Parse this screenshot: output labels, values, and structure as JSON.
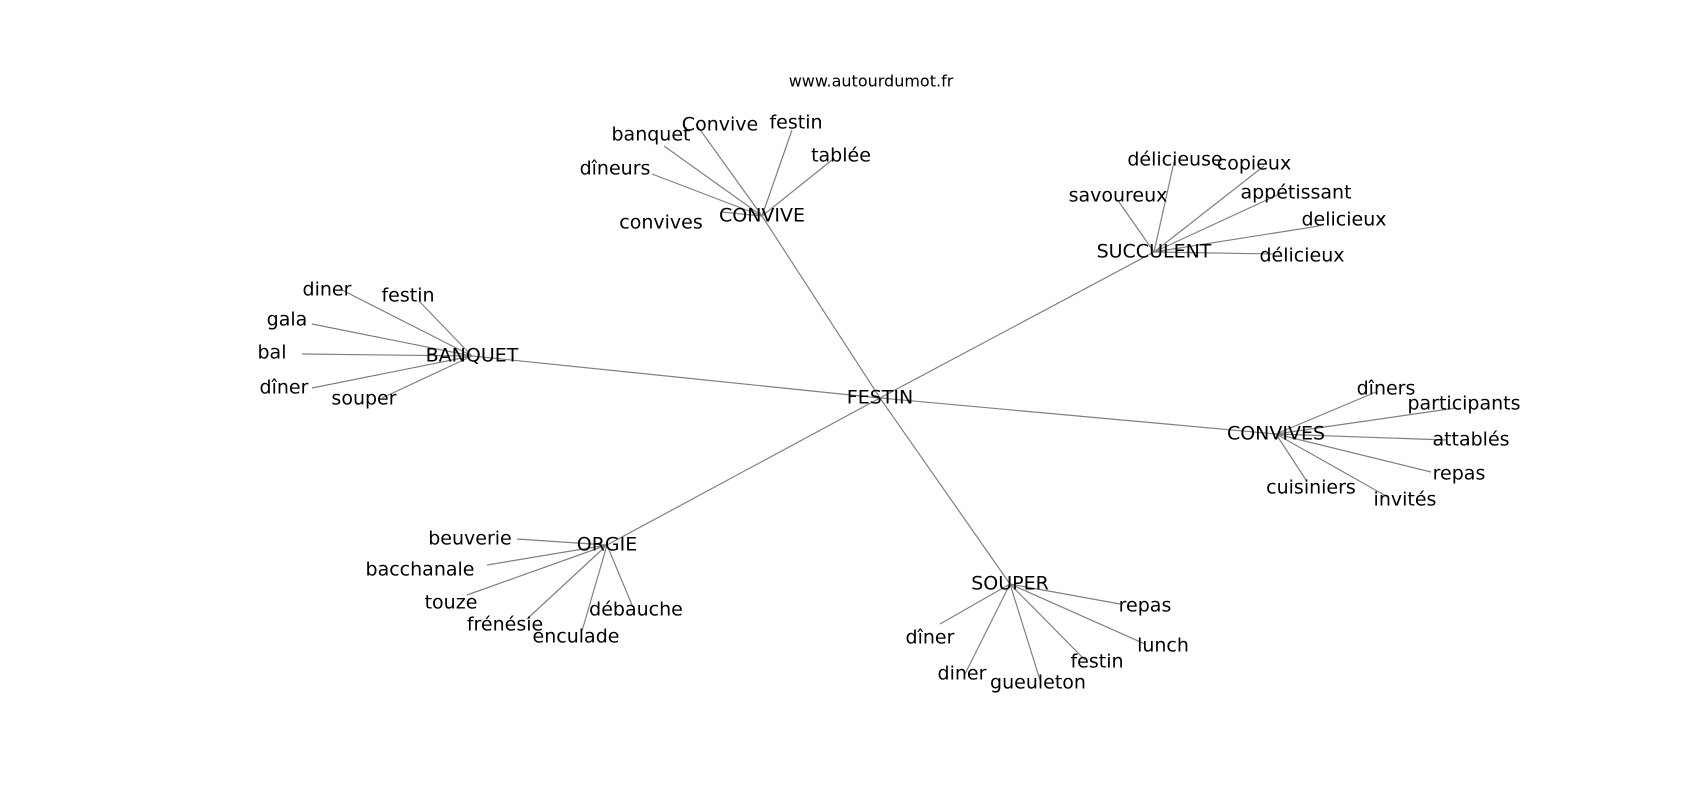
{
  "source_label": "www.autourdumot.fr",
  "graph": {
    "center": "FESTIN",
    "clusters": [
      {
        "hub": "CONVIVE",
        "words": [
          "banquet",
          "Convive",
          "festin",
          "tablée",
          "dîneurs",
          "convives"
        ]
      },
      {
        "hub": "SUCCULENT",
        "words": [
          "délicieuse",
          "copieux",
          "savoureux",
          "appétissant",
          "delicieux",
          "délicieux"
        ]
      },
      {
        "hub": "BANQUET",
        "words": [
          "diner",
          "festin",
          "gala",
          "bal",
          "dîner",
          "souper"
        ]
      },
      {
        "hub": "CONVIVES",
        "words": [
          "dîners",
          "participants",
          "attablés",
          "repas",
          "cuisiniers",
          "invités"
        ]
      },
      {
        "hub": "ORGIE",
        "words": [
          "beuverie",
          "bacchanale",
          "touze",
          "frénésie",
          "enculade",
          "débauche"
        ]
      },
      {
        "hub": "SOUPER",
        "words": [
          "repas",
          "dîner",
          "lunch",
          "festin",
          "diner",
          "gueuleton"
        ]
      }
    ]
  }
}
